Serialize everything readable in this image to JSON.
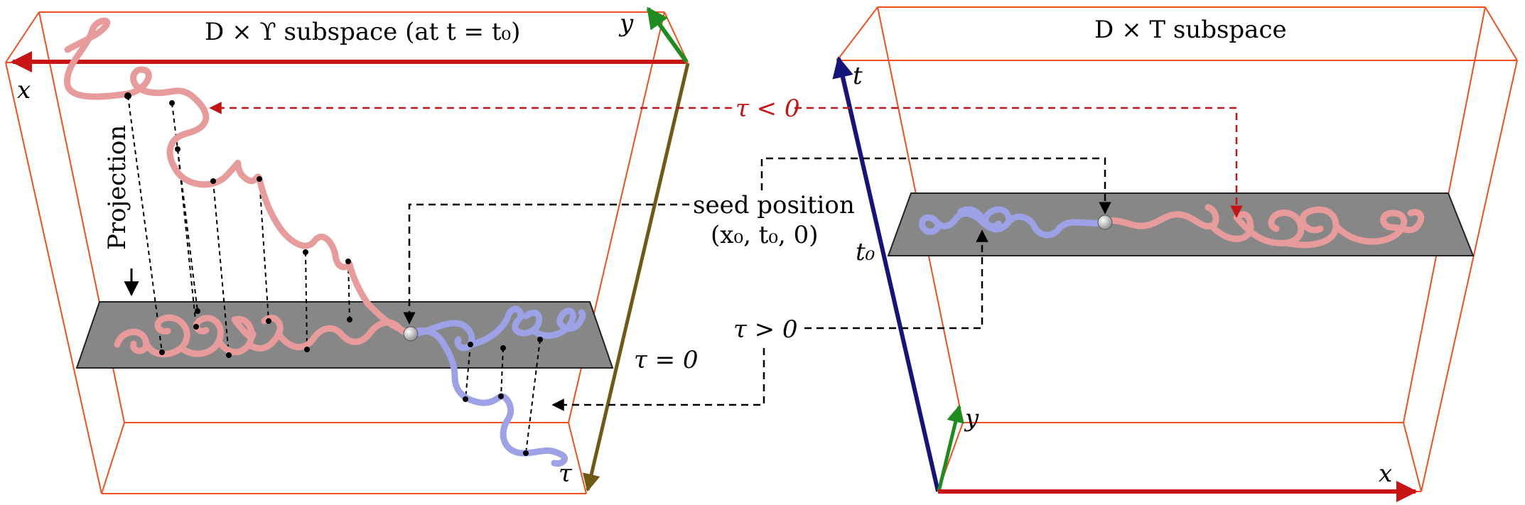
{
  "left_panel": {
    "title": "D × ϒ subspace (at t = t₀)",
    "axis_x": "x",
    "axis_y": "y",
    "axis_tau": "τ",
    "plane_label": "τ = 0",
    "projection_label": "Projection"
  },
  "right_panel": {
    "title": "D × T subspace",
    "axis_t": "t",
    "axis_y": "y",
    "axis_x": "x",
    "plane_label": "t₀"
  },
  "annotations": {
    "tau_negative": "τ < 0",
    "tau_positive": "τ > 0",
    "seed_line1": "seed position",
    "seed_line2": "(x₀, t₀, 0)"
  },
  "colors": {
    "box_edges": "#f0501e",
    "axis_red": "#c81414",
    "axis_green": "#1e8c1e",
    "axis_blue": "#14147a",
    "axis_olive": "#6e5a14",
    "plane": "#878787",
    "curve_pink": "#e89b9b",
    "curve_blue": "#9da2e6",
    "arrow_red": "#c41414"
  }
}
